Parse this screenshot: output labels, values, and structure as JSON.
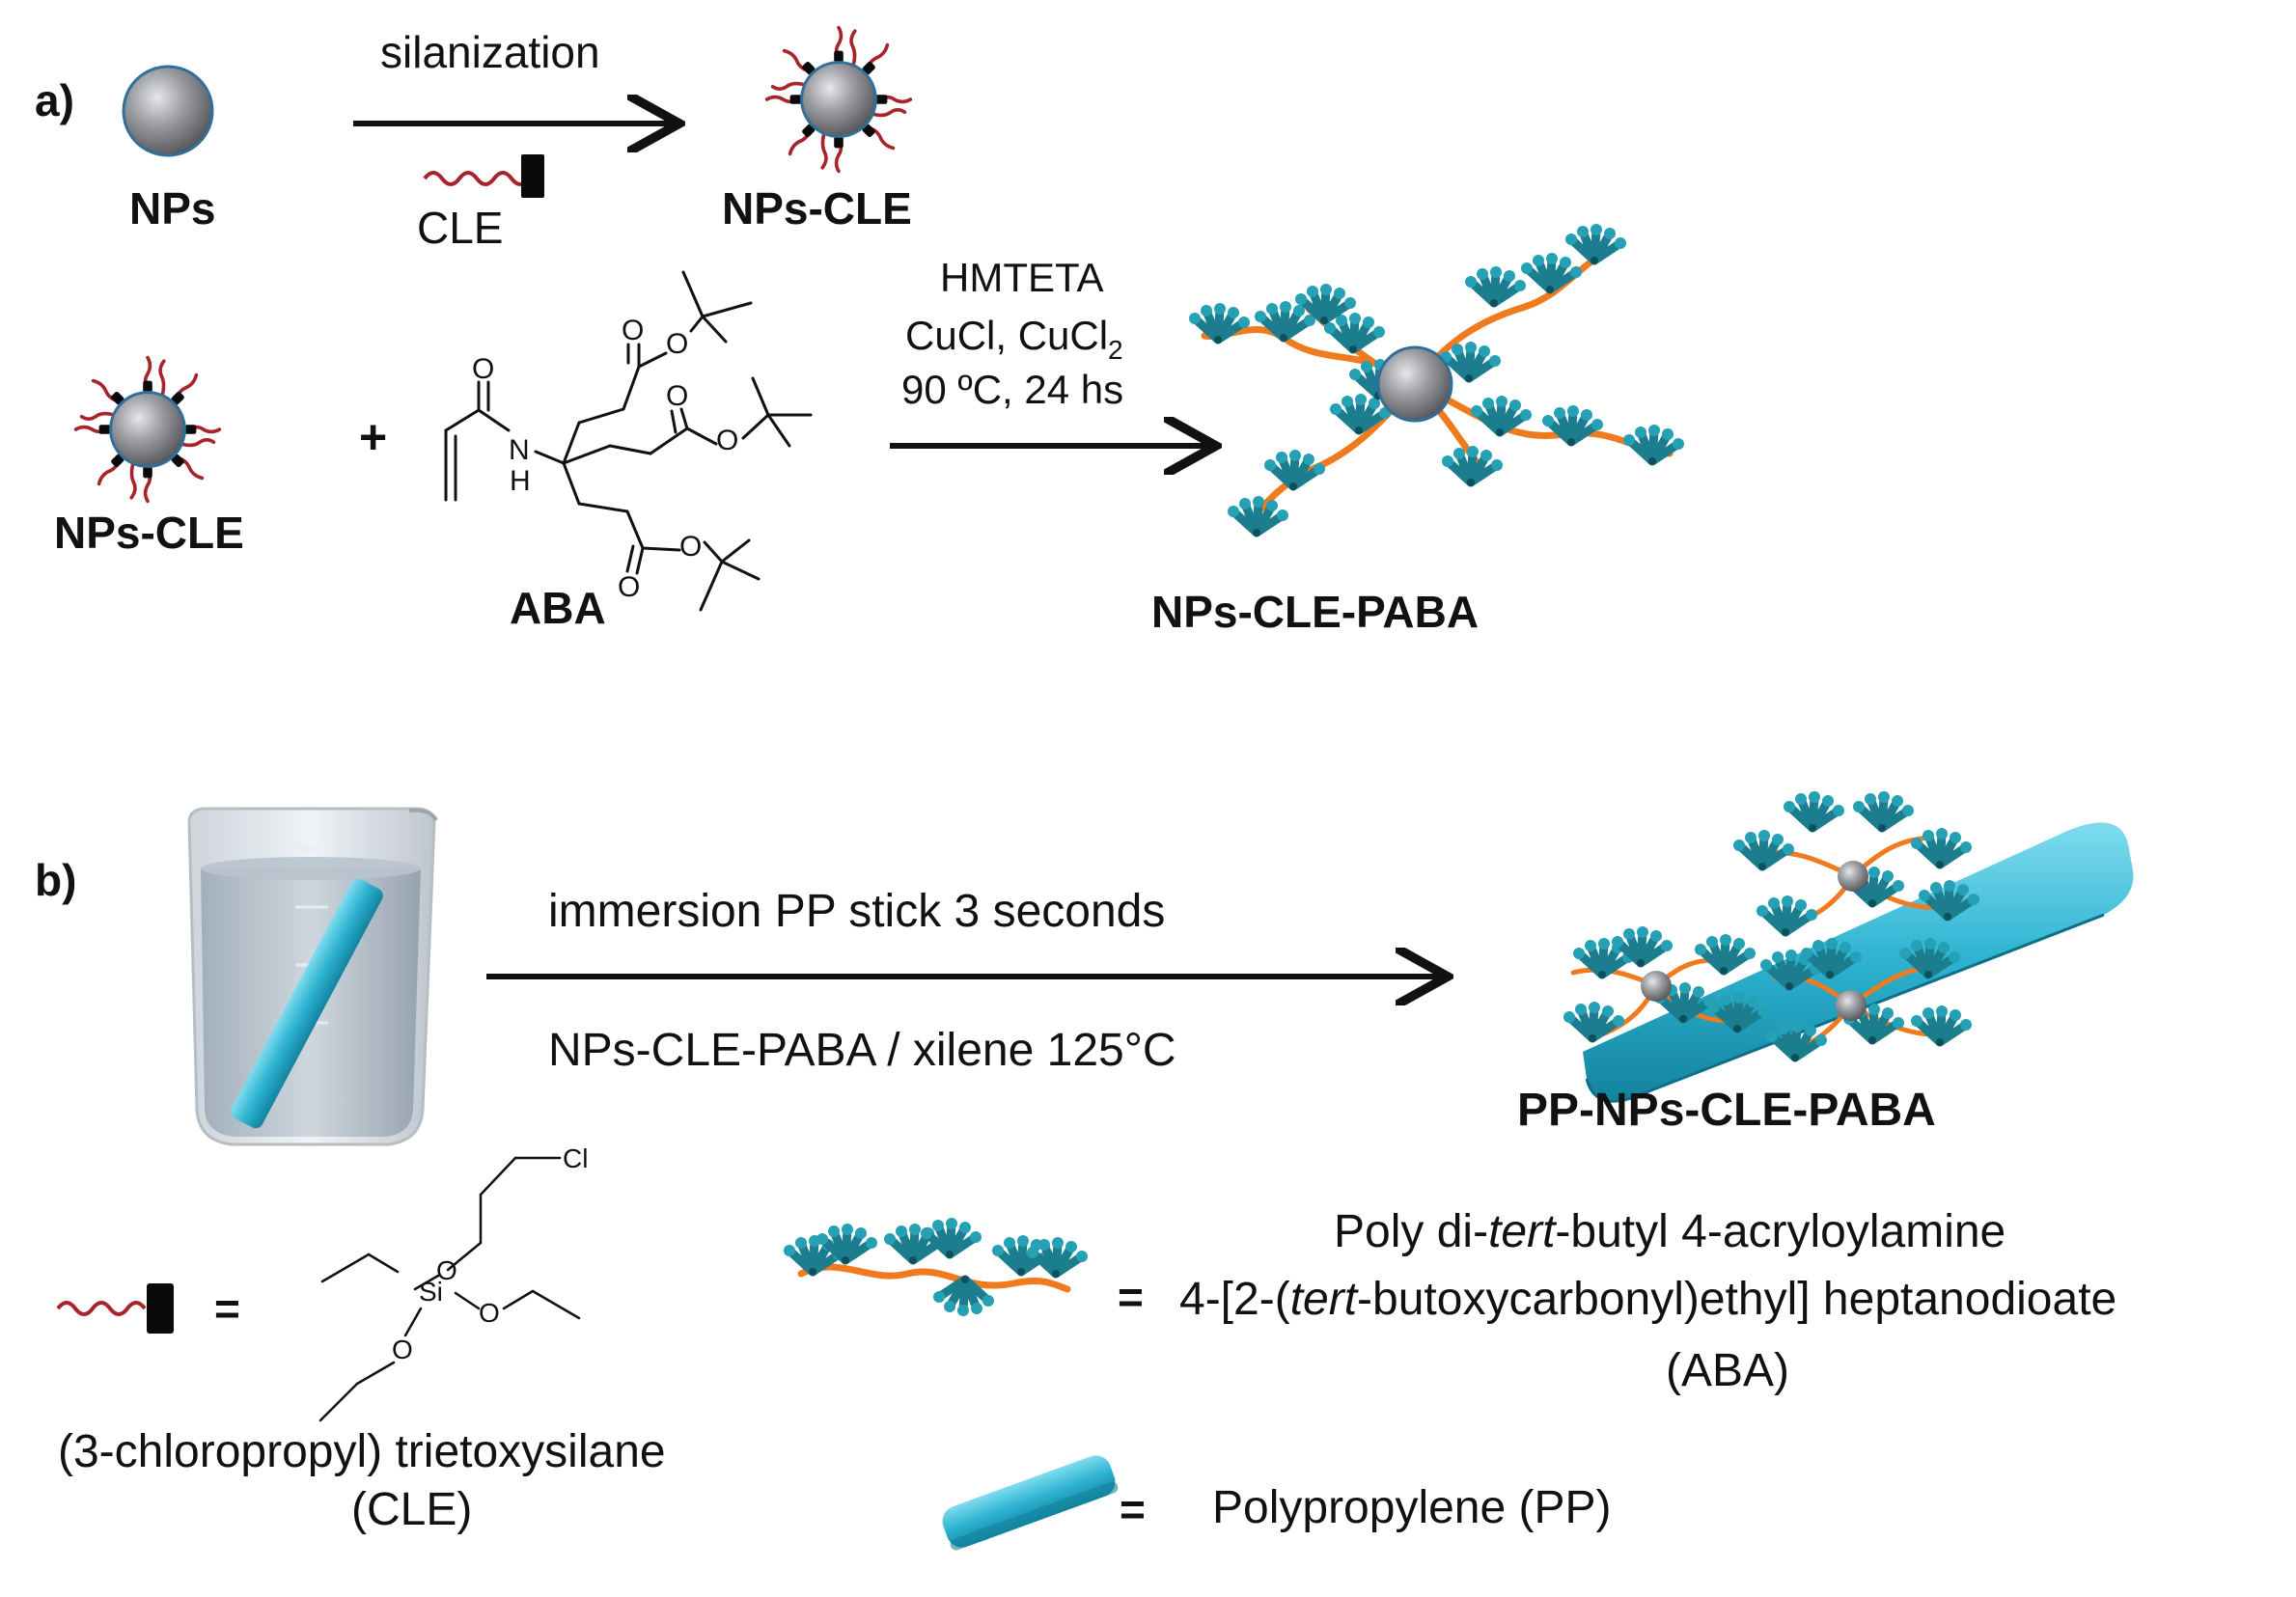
{
  "panel_a": {
    "label": "a)",
    "np_label": "NPs",
    "step1_reagent": "silanization",
    "step1_linker": "CLE",
    "product1": "NPs-CLE",
    "reactant_np": "NPs-CLE",
    "plus": "+",
    "monomer": "ABA",
    "conditions": [
      "HMTETA",
      "CuCl, CuCl",
      "90 ºC, 24 hs"
    ],
    "conditions_sub": "2",
    "product2": "NPs-CLE-PABA",
    "atoms": {
      "O": "O",
      "N": "N",
      "H": "H"
    }
  },
  "panel_b": {
    "label": "b)",
    "step_top": "immersion PP stick 3 seconds",
    "step_bottom": "NPs-CLE-PABA / xilene 125°C",
    "product": "PP-NPs-CLE-PABA"
  },
  "legend": {
    "equals": "=",
    "cle_name": "(3-chloropropyl) trietoxysilane",
    "cle_abbr": "(CLE)",
    "cle_atoms": {
      "Cl": "Cl",
      "Si": "Si",
      "O": "O"
    },
    "paba_line1_pre": "Poly di-",
    "paba_line1_ital": "tert",
    "paba_line1_post": "-butyl 4-acryloylamine",
    "paba_line2_pre": "4-[2-(",
    "paba_line2_ital": "tert",
    "paba_line2_post": "-butoxycarbonyl)ethyl] heptanodioate",
    "paba_line3": "(ABA)",
    "pp_label": "Polypropylene (PP)"
  },
  "colors": {
    "np_gray": "#8a8c90",
    "np_rim": "#2f6f9a",
    "chain_red": "#a8232b",
    "anchor_black": "#0a0a0a",
    "polymer_orange": "#f07a1e",
    "polymer_teal": "#1f8ea0",
    "pp_cyan": "#2cb2d0"
  }
}
